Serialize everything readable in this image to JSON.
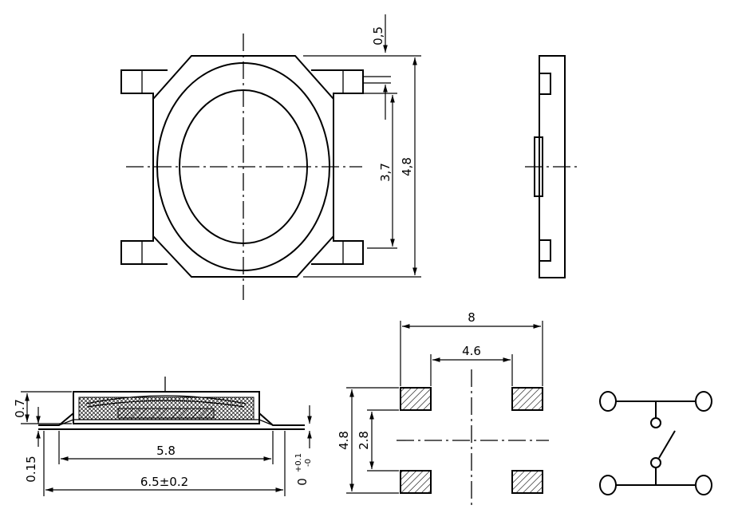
{
  "top_view": {
    "dims": {
      "pin_offset": "0,5",
      "inner_span": "3,7",
      "height": "4,8"
    }
  },
  "section_view": {
    "dims": {
      "cap_height": "0.7",
      "base_thickness": "0.15",
      "inner_width": "5.8",
      "overall_width": "6.5±0.2",
      "tol_base": "0",
      "tol_upper": "+0.1",
      "tol_lower": "-0"
    }
  },
  "footprint": {
    "dims": {
      "outer_width": "8",
      "inner_width": "4.6",
      "outer_height": "4.8",
      "inner_height": "2.8"
    }
  }
}
